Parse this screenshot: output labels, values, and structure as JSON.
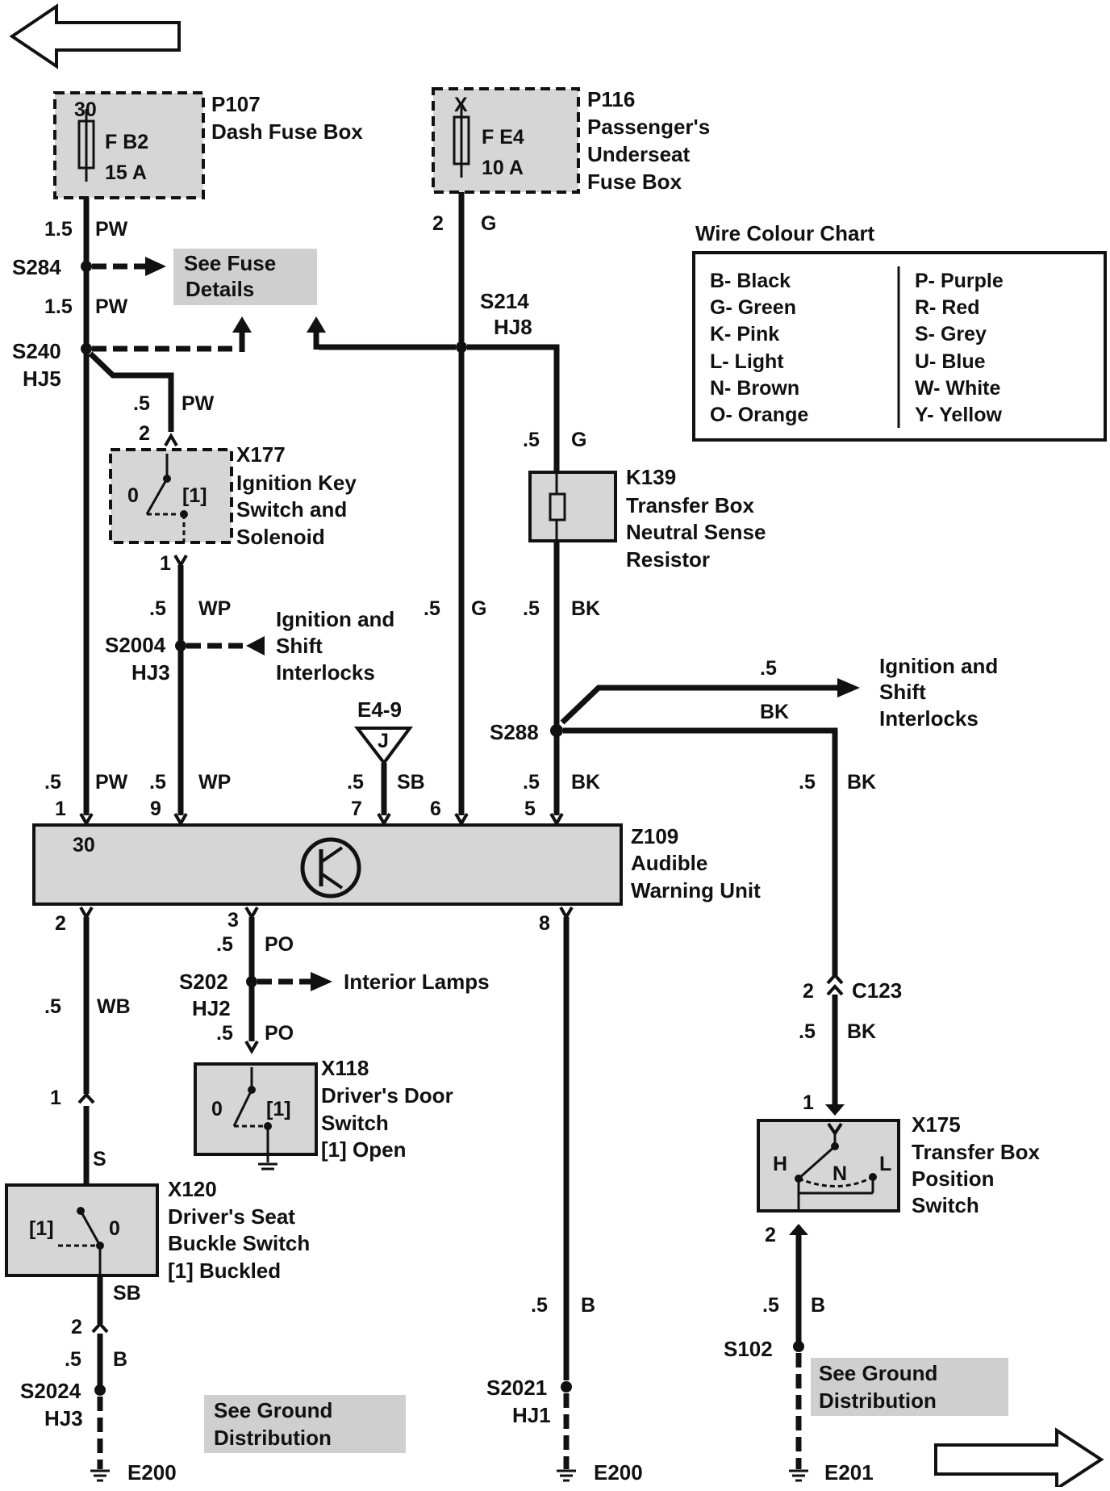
{
  "components": {
    "p107": {
      "id": "P107",
      "name": "Dash Fuse Box",
      "pin": "30",
      "fuse": "F B2",
      "rating": "15 A"
    },
    "p116": {
      "id": "P116",
      "name_lines": [
        "Passenger's",
        "Underseat",
        "Fuse Box"
      ],
      "pin": "X",
      "fuse": "F E4",
      "rating": "10 A"
    },
    "x177": {
      "id": "X177",
      "name_lines": [
        "Ignition Key",
        "Switch and",
        "Solenoid"
      ],
      "pos_off": "0",
      "pos_on": "[1]"
    },
    "k139": {
      "id": "K139",
      "name_lines": [
        "Transfer Box",
        "Neutral Sense",
        "Resistor"
      ]
    },
    "z109": {
      "id": "Z109",
      "name_lines": [
        "Audible",
        "Warning Unit"
      ],
      "pin30": "30"
    },
    "x118": {
      "id": "X118",
      "name_lines": [
        "Driver's Door",
        "Switch",
        "[1]  Open"
      ],
      "pos_off": "0",
      "pos_on": "[1]"
    },
    "x120": {
      "id": "X120",
      "name_lines": [
        "Driver's Seat",
        "Buckle Switch",
        "[1]  Buckled"
      ],
      "pos_on": "[1]",
      "pos_off": "0"
    },
    "x175": {
      "id": "X175",
      "name_lines": [
        "Transfer Box",
        "Position",
        "Switch"
      ],
      "pos_h": "H",
      "pos_n": "N",
      "pos_l": "L"
    },
    "e4_9": {
      "id": "E4-9",
      "letter": "J"
    }
  },
  "wire_chart": {
    "title": "Wire Colour Chart",
    "left": [
      "B- Black",
      "G- Green",
      "K- Pink",
      "L- Light",
      "N- Brown",
      "O- Orange"
    ],
    "right": [
      "P- Purple",
      "R- Red",
      "S- Grey",
      "U- Blue",
      "W- White",
      "Y- Yellow"
    ]
  },
  "refs": {
    "fuse_details": [
      "See Fuse",
      "Details"
    ],
    "ground1": [
      "See Ground",
      "Distribution"
    ],
    "ground2": [
      "See Ground",
      "Distribution"
    ],
    "ignition1": [
      "Ignition and",
      "Shift",
      "Interlocks"
    ],
    "ignition2": [
      "Ignition and",
      "Shift",
      "Interlocks"
    ],
    "interior": "Interior Lamps"
  },
  "splices": {
    "s284": "S284",
    "s240": "S240",
    "s240_loc": "HJ5",
    "s214": "S214",
    "s214_loc": "HJ8",
    "s2004": "S2004",
    "s2004_loc": "HJ3",
    "s288": "S288",
    "s202": "S202",
    "s202_loc": "HJ2",
    "s2024": "S2024",
    "s2024_loc": "HJ3",
    "s2021": "S2021",
    "s2021_loc": "HJ1",
    "s102": "S102",
    "c123": "C123"
  },
  "grounds": {
    "g1": "E200",
    "g2": "E200",
    "g3": "E201"
  },
  "wire_labels": {
    "size_15": "1.5",
    "size_05": ".5",
    "PW": "PW",
    "G": "G",
    "WP": "WP",
    "BK": "BK",
    "SB": "SB",
    "WB": "WB",
    "PO": "PO",
    "S": "S",
    "B": "B"
  },
  "pins": {
    "p2": "2",
    "p1": "1",
    "p9": "9",
    "p7": "7",
    "p6": "6",
    "p5": "5",
    "p3": "3",
    "p8": "8"
  }
}
